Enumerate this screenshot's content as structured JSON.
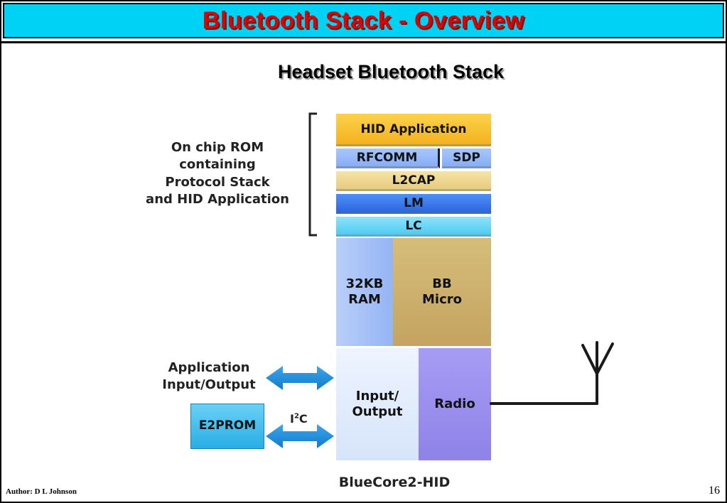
{
  "header": {
    "title": "Bluetooth Stack - Overview"
  },
  "subtitle": "Headset Bluetooth Stack",
  "stack": {
    "hid_application": "HID Application",
    "rfcomm": "RFCOMM",
    "sdp": "SDP",
    "l2cap": "L2CAP",
    "lm": "LM",
    "lc": "LC"
  },
  "hardware": {
    "ram_line1": "32KB",
    "ram_line2": "RAM",
    "bb_line1": "BB",
    "bb_line2": "Micro",
    "io_line1": "Input/",
    "io_line2": "Output",
    "radio": "Radio",
    "e2prom": "E2PROM"
  },
  "labels": {
    "rom_lines": [
      "On chip ROM",
      "containing",
      "Protocol Stack",
      "and HID Application"
    ],
    "app_io_lines": [
      "Application",
      "Input/Output"
    ],
    "i2c_base": "I",
    "i2c_sup": "2",
    "i2c_tail": "C"
  },
  "caption": "BlueCore2-HID",
  "footer": {
    "author": "Author: D L Johnson",
    "page_number": "16"
  },
  "colors": {
    "title_bar": "#00d2f5",
    "title_text": "#e00000",
    "arrow": "#1f8fde"
  },
  "icons": [
    "antenna-icon",
    "double-arrow-icon",
    "bracket-icon"
  ]
}
